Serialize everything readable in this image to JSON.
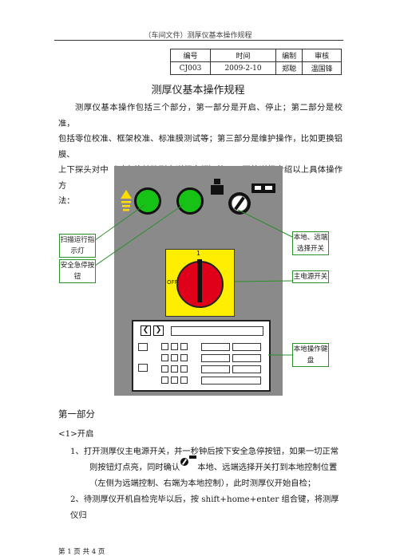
{
  "header": {
    "running": "（车间文件）测厚仪基本操作规程"
  },
  "meta_table": {
    "headers": [
      "编号",
      "时间",
      "编制",
      "审核"
    ],
    "values": [
      "CJ003",
      "2009-2-10",
      "郑聪",
      "温国锋"
    ]
  },
  "title": "测厚仪基本操作规程",
  "intro": [
    "测厚仪基本操作包括三个部分，第一部分是开启、停止；第二部分是校准，",
    "包括零位校准、框架校准、标准膜测试等；第三部分是维护操作，比如更换铝膜、",
    "上下探头对中（对中将单独列出详细介绍）等，下面将详细介绍以上具体操作方",
    "法："
  ],
  "figure": {
    "switch_labels": {
      "one": "1",
      "off": "OFF"
    },
    "callouts": {
      "scan_lamp": "扫描运行指示灯",
      "emergency": "安全急停按钮",
      "local_remote": "本地、远端选择开关",
      "main_power": "主电源开关",
      "keyboard": "本地操作键盘"
    }
  },
  "section": {
    "title": "第一部分",
    "sub": "<1>开启"
  },
  "steps": {
    "s1_a": "1、打开测厚仪主电源开关，并一秒钟后按下安全急停按钮，如果一切正常",
    "s1_b_pre": "则按钮灯点亮，同时确认",
    "s1_b_post": "本地、远端选择开关打到本地控制位置",
    "s1_c": "（左侧为远端控制、右端为本地控制），此时测厚仪开始自检；",
    "s2_a": "2、待测厚仪开机自检完毕以后，按 shift+home+enter 组合键，将测厚仪归"
  },
  "footer": "第 1 页 共 4 页"
}
